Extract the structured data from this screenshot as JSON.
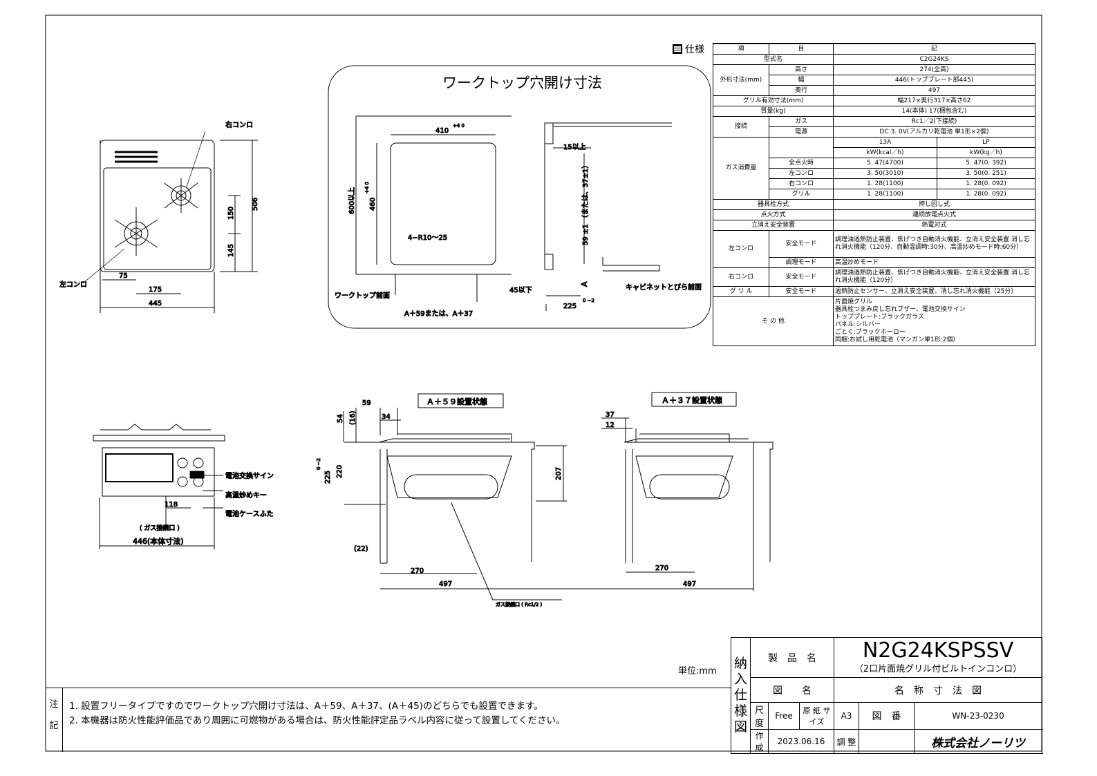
{
  "top_view": {
    "right_burner": "右コンロ",
    "left_burner": "左コンロ",
    "dims": [
      "506",
      "150",
      "145",
      "75",
      "175",
      "445"
    ]
  },
  "worktop": {
    "title": "ワークトップ穴開け寸法",
    "dims": {
      "width": "410",
      "width_tol": "+4 0",
      "depth_min": "600以上",
      "depth": "460",
      "depth_tol": "+4 0",
      "radius": "4−R10〜25",
      "front": "ワークトップ前面",
      "offset": "A＋59または、A＋37",
      "gap": "15以上",
      "back": "59 ±1 （または、37±1）",
      "front_max": "45以下",
      "a": "A",
      "cab_depth": "225",
      "cab_tol": "0 −2",
      "cabinet": "キャビネットとびら前面"
    }
  },
  "front_view": {
    "battery_sign": "電池交換サイン",
    "high_temp_key": "高温炒めキー",
    "battery_cover": "電池ケースふた",
    "dim_118": "118",
    "gas_port": "( ガス接続口 )",
    "body_width": "446(本体寸法)"
  },
  "side_a59": {
    "title": "Ａ＋５９設置状態",
    "dims": [
      "59",
      "34",
      "54",
      "(16)",
      "225",
      "0 −2",
      "220",
      "207",
      "(22)",
      "270",
      "497"
    ],
    "gas_port": "ガス接続口 ( Rc1/2 )"
  },
  "side_a37": {
    "title": "Ａ＋３７設置状態",
    "dims": [
      "37",
      "12",
      "270",
      "497"
    ]
  },
  "spec": {
    "title": "仕様",
    "header": [
      "項",
      "目",
      "記"
    ],
    "rows": {
      "model": [
        "型式名",
        "C2G24KS"
      ],
      "outer_label": "外形寸法(mm)",
      "height": [
        "高さ",
        "274(全高)"
      ],
      "width": [
        "幅",
        "446(トッププレート部445)"
      ],
      "depth": [
        "奥行",
        "497"
      ],
      "grill": [
        "グリル有効寸法(mm)",
        "幅217×奥行317×高さ62"
      ],
      "mass": [
        "質量(kg)",
        "14(本体) 17(梱包含む)"
      ],
      "conn_label": "接続",
      "gas": [
        "ガス",
        "Rc1／2(下接続)"
      ],
      "power": [
        "電源",
        "DC 3. 0V(アルカリ乾電池 単1形×2個)"
      ],
      "consumption_label": "ガス消費量",
      "gas_types": [
        "13A",
        "LP"
      ],
      "units": [
        "kW(kcal／h)",
        "kW(kg／h)"
      ],
      "all": [
        "全点火時",
        "5. 47(4700)",
        "5. 47(0. 392)"
      ],
      "left": [
        "左コンロ",
        "3. 50(3010)",
        "3. 50(0. 251)"
      ],
      "right": [
        "右コンロ",
        "1. 28(1100)",
        "1. 28(0. 092)"
      ],
      "grill_c": [
        "グリル",
        "1. 28(1100)",
        "1. 28(0. 092)"
      ],
      "valve": [
        "器具栓方式",
        "押し回し式"
      ],
      "ignition": [
        "点火方式",
        "連続放電点火式"
      ],
      "safety": [
        "立消え安全装置",
        "熱電対式"
      ],
      "left_label": "左コンロ",
      "left_safe": [
        "安全モード",
        "調理油過熱防止装置、焦げつき自動消火機能、立消え安全装置 消し忘れ消火機能（120分、自動温調時:30分、高温炒めモード時:60分）"
      ],
      "left_cook": [
        "調理モード",
        "高温炒めモード"
      ],
      "right_safe": [
        "右コンロ",
        "安全モード",
        "調理油過熱防止装置、焦げつき自動消火機能、立消え安全装置 消し忘れ消火機能（120分）"
      ],
      "grill_safe": [
        "グ リ ル",
        "安全モード",
        "過熱防止センサー、立消え安全装置、消し忘れ消火機能（25分）"
      ],
      "other_label": "そ の 他",
      "other": [
        "片面焼グリル",
        "器具栓つまみ戻し忘れブザー、電池交換サイン",
        "トッププレート:ブラックガラス",
        "パネル:シルバー",
        "ごとく:ブラックホーロー",
        "同梱:お試し用乾電池（マンガン単1形:2個）"
      ]
    }
  },
  "unit": "単位:mm",
  "notes": {
    "label": [
      "注",
      "記"
    ],
    "lines": [
      "1. 設置フリータイプですのでワークトップ穴開け寸法は、A＋59、A＋37、(A＋45)のどちらでも設置できます。",
      "2. 本機器は防火性能評価品であり周囲に可燃物がある場合は、防火性能評定品ラベル内容に従って設置してください。"
    ]
  },
  "title_block": {
    "doc_type": [
      "納",
      "入",
      "仕",
      "様",
      "図"
    ],
    "product_label": "製　品　名",
    "product": "N2G24KSPSSV",
    "product_sub": "（2口片面焼グリル付ビルトインコンロ）",
    "drawing_label": "図　　名",
    "drawing": "名　称　寸　法　図",
    "scale_label": "尺　度",
    "scale": "Free",
    "paper_label": "原 紙 サイズ",
    "paper": "A3",
    "number_label": "図　番",
    "number": "WN-23-0230",
    "made_label": "作 成",
    "date": "2023.06.16",
    "check_label": "調 整",
    "company": "株式会社ノーリツ"
  }
}
